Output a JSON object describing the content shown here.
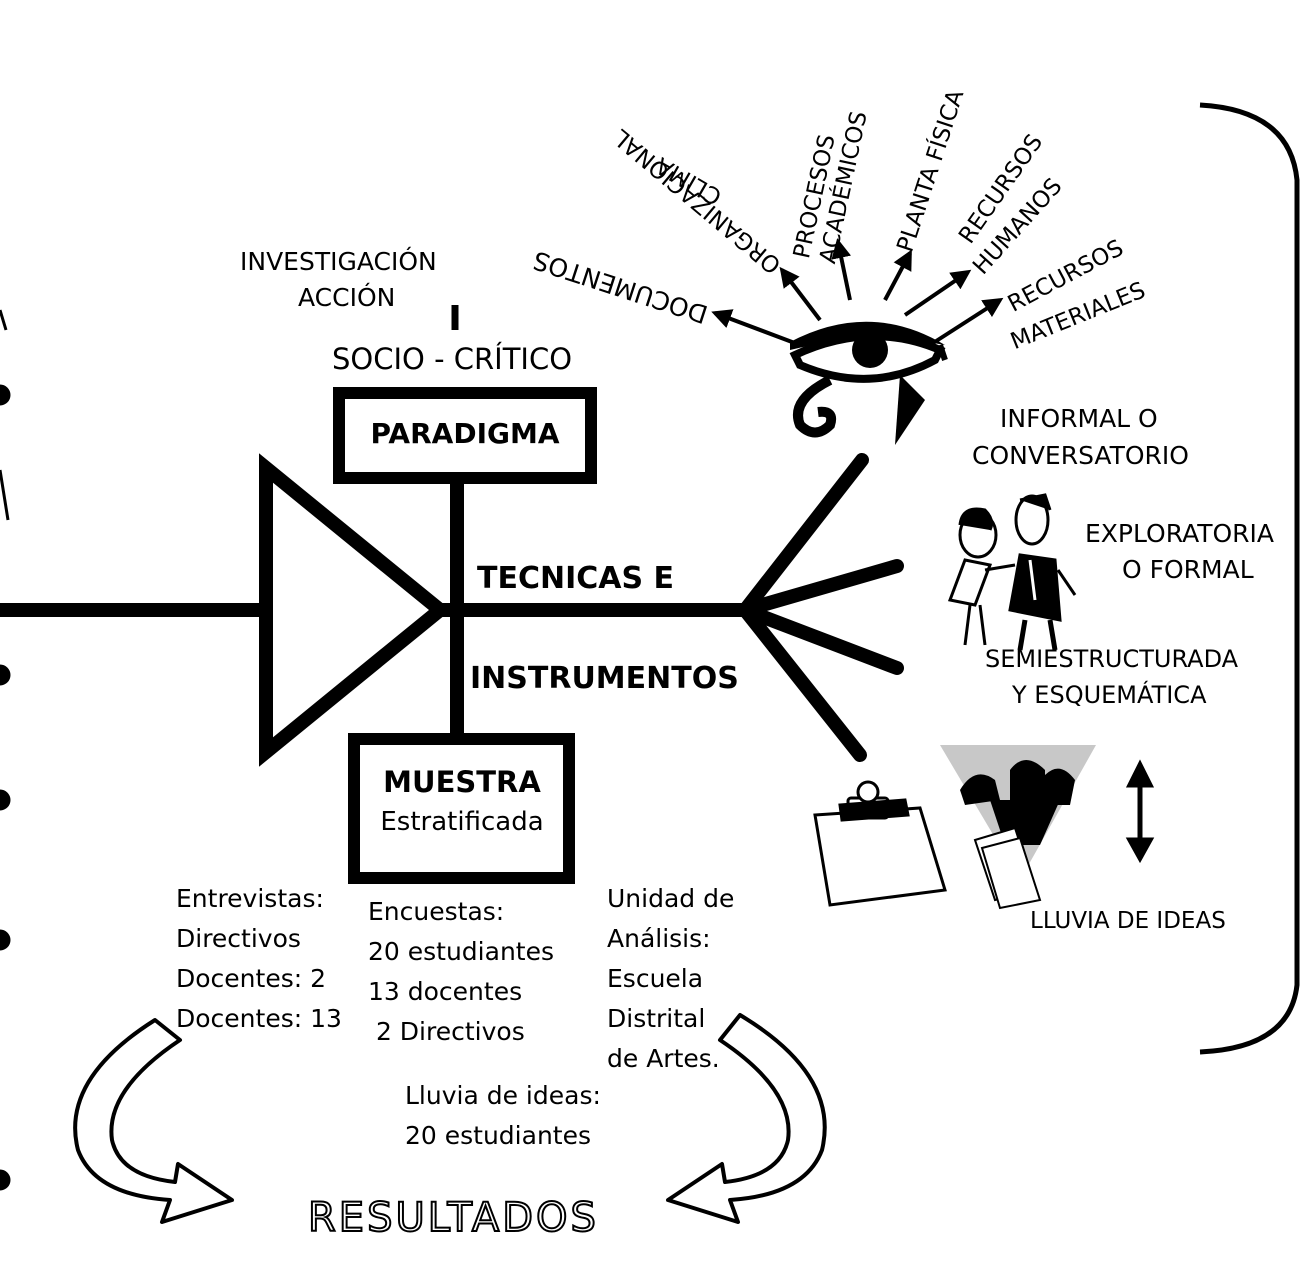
{
  "colors": {
    "ink": "#000000",
    "paper": "#ffffff",
    "shade": "#c8c8c8"
  },
  "approach": {
    "line1": "INVESTIGACIÓN",
    "line2": "ACCIÓN"
  },
  "paradigm": {
    "caption": "SOCIO - CRÍTICO",
    "box": "PARADIGMA"
  },
  "spine": {
    "label_top": "TECNICAS E",
    "label_bottom": "INSTRUMENTOS"
  },
  "sample": {
    "title": "MUESTRA",
    "subtitle": "Estratificada"
  },
  "observation_rays": {
    "documentos": "DOCUMENTOS",
    "clima": "CLIMA",
    "organizacional": "ORGANIZACIONAL",
    "procesos": "PROCESOS",
    "academicos": "ACADÉMICOS",
    "planta": "PLANTA FÍSICA",
    "rh1": "RECURSOS",
    "rh2": "HUMANOS",
    "rm1": "RECURSOS",
    "rm2": "MATERIALES"
  },
  "interview_types": {
    "informal1": "INFORMAL O",
    "informal2": "CONVERSATORIO",
    "explo1": "EXPLORATORIA",
    "explo2": "O FORMAL",
    "semi1": "SEMIESTRUCTURADA",
    "semi2": "Y ESQUEMÁTICA",
    "brainstorm": "LLUVIA DE IDEAS"
  },
  "notes": {
    "entrevistas": [
      "Entrevistas:",
      "Directivos",
      "Docentes: 2",
      "Docentes: 13"
    ],
    "encuestas": [
      "Encuestas:",
      "20 estudiantes",
      "13 docentes",
      " 2 Directivos"
    ],
    "unidad": [
      "Unidad de",
      "Análisis:",
      "Escuela",
      "Distrital",
      "de Artes."
    ],
    "lluvia": [
      "Lluvia de ideas:",
      "20 estudiantes"
    ]
  },
  "results": "RESULTADOS",
  "icons": [
    "eye-icon",
    "two-people-icon",
    "clipboard-icon",
    "group-meeting-icon",
    "double-arrow-icon",
    "curved-arrow-icon"
  ]
}
